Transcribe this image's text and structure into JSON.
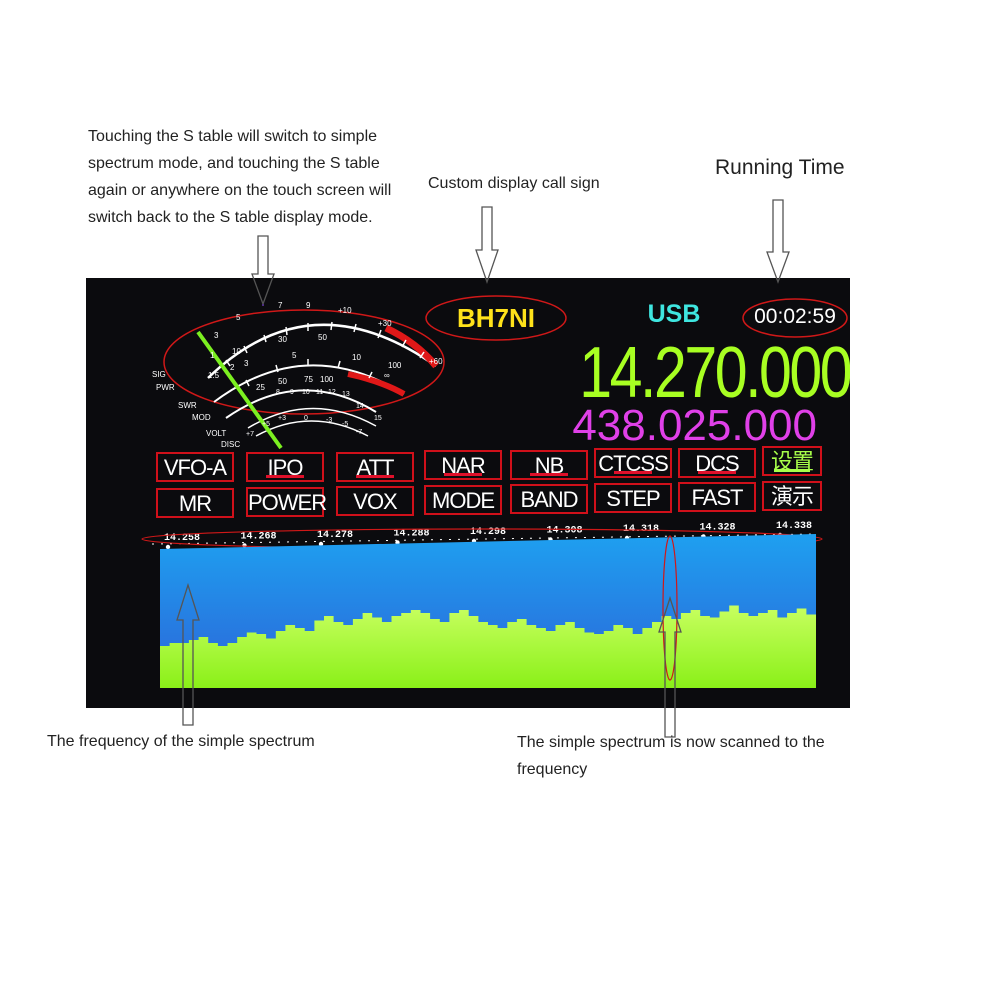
{
  "annotations": {
    "s_table_note": [
      "Touching the S table will switch to simple",
      "spectrum mode, and touching the S table",
      "again or anywhere on the touch screen will",
      "switch back to the S table display mode."
    ],
    "callsign_note": "Custom display call sign",
    "running_time_note": "Running Time",
    "spectrum_freq_note": "The frequency of the simple spectrum",
    "scan_note": [
      "The simple spectrum is now scanned to the",
      "frequency"
    ]
  },
  "display": {
    "callsign": "BH7NI",
    "mode": "USB",
    "running_time": "00:02:59",
    "main_frequency": "14.270.000",
    "sub_frequency": "438.025.000"
  },
  "meter": {
    "labels": [
      "SIG",
      "PWR",
      "SWR",
      "MOD",
      "VOLT",
      "DISC"
    ],
    "scale_sig": [
      "1",
      "3",
      "5",
      "7",
      "9",
      "+10",
      "+30",
      "+60"
    ],
    "scale_pwr": [
      "10",
      "30",
      "50"
    ],
    "scale_swr": [
      "1.5",
      "2",
      "3",
      "5",
      "10",
      "∞"
    ],
    "scale_mod": [
      "25",
      "50",
      "75",
      "100"
    ],
    "scale_volt": [
      "8",
      "9",
      "10",
      "11",
      "12",
      "13",
      "14",
      "15"
    ],
    "scale_disc": [
      "+7",
      "+5",
      "+3",
      "0",
      "-3",
      "-5",
      "-7"
    ],
    "extra_100": "100"
  },
  "buttons": {
    "row1": [
      "VFO-A",
      "IPO",
      "ATT",
      "NAR",
      "NB",
      "CTCSS",
      "DCS",
      "设置"
    ],
    "row2": [
      "MR",
      "POWER",
      "VOX",
      "MODE",
      "BAND",
      "STEP",
      "FAST",
      "演示"
    ]
  },
  "spectrum": {
    "ticks": [
      "14.258",
      "14.268",
      "14.278",
      "14.288",
      "14.298",
      "14.308",
      "14.318",
      "14.328",
      "14.338"
    ],
    "levels": [
      0.28,
      0.3,
      0.3,
      0.32,
      0.34,
      0.3,
      0.28,
      0.3,
      0.34,
      0.37,
      0.36,
      0.33,
      0.38,
      0.42,
      0.4,
      0.38,
      0.45,
      0.48,
      0.44,
      0.42,
      0.46,
      0.5,
      0.47,
      0.44,
      0.48,
      0.5,
      0.52,
      0.5,
      0.46,
      0.44,
      0.5,
      0.52,
      0.48,
      0.44,
      0.42,
      0.4,
      0.44,
      0.46,
      0.42,
      0.4,
      0.38,
      0.42,
      0.44,
      0.4,
      0.37,
      0.36,
      0.38,
      0.42,
      0.4,
      0.36,
      0.4,
      0.44,
      0.48,
      0.46,
      0.5,
      0.52,
      0.48,
      0.47,
      0.51,
      0.55,
      0.5,
      0.48,
      0.5,
      0.52,
      0.47,
      0.5,
      0.53,
      0.49
    ],
    "colors": {
      "top": "#1ea0f0",
      "mid": "#2c64d8",
      "bars": "#b8ff3a"
    }
  },
  "colors": {
    "annotation_red": "#d01818",
    "arrow_gray": "#555555",
    "arrow_purple": "#7040c0"
  }
}
